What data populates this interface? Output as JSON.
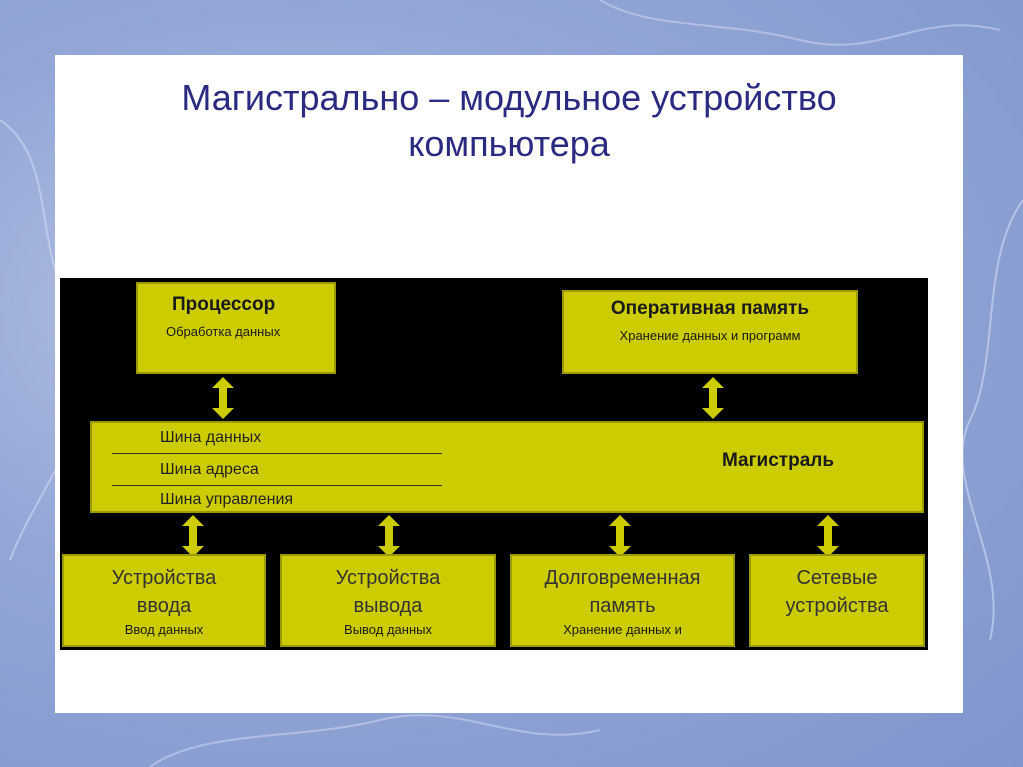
{
  "slide": {
    "title_line1": "Магистрально – модульное устройство",
    "title_line2": "компьютера"
  },
  "diagram": {
    "processor": {
      "title": "Процессор",
      "subtitle": "Обработка данных"
    },
    "ram": {
      "title": "Оперативная память",
      "subtitle": "Хранение данных и программ"
    },
    "bus": {
      "title": "Магистраль",
      "lines": [
        "Шина данных",
        "Шина адреса",
        "Шина управления"
      ]
    },
    "devices": [
      {
        "line1": "Устройства",
        "line2": "ввода",
        "subtitle": "Ввод данных"
      },
      {
        "line1": "Устройства",
        "line2": "вывода",
        "subtitle": "Вывод данных"
      },
      {
        "line1": "Долговременная",
        "line2": "память",
        "subtitle": "Хранение данных и"
      },
      {
        "line1": "Сетевые",
        "line2": "устройства",
        "subtitle": ""
      }
    ],
    "colors": {
      "box_fill": "#cccc00",
      "background": "#000000",
      "title_text": "#2a2a80"
    }
  }
}
